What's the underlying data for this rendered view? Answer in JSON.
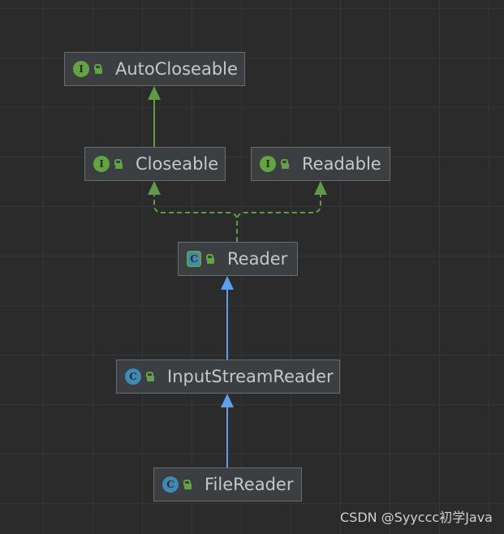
{
  "diagram": {
    "nodes": [
      {
        "id": "autocloseable",
        "label": "AutoCloseable",
        "kind": "interface",
        "badge": "I"
      },
      {
        "id": "closeable",
        "label": "Closeable",
        "kind": "interface",
        "badge": "I"
      },
      {
        "id": "readable",
        "label": "Readable",
        "kind": "interface",
        "badge": "I"
      },
      {
        "id": "reader",
        "label": "Reader",
        "kind": "abstract-class",
        "badge": "C"
      },
      {
        "id": "inputstreamreader",
        "label": "InputStreamReader",
        "kind": "class",
        "badge": "C"
      },
      {
        "id": "filereader",
        "label": "FileReader",
        "kind": "class",
        "badge": "C"
      }
    ],
    "edges": [
      {
        "from": "closeable",
        "to": "autocloseable",
        "relation": "extends",
        "style": "solid",
        "color": "#5f9a47"
      },
      {
        "from": "reader",
        "to": "closeable",
        "relation": "implements",
        "style": "dashed",
        "color": "#5f9a47"
      },
      {
        "from": "reader",
        "to": "readable",
        "relation": "implements",
        "style": "dashed",
        "color": "#5f9a47"
      },
      {
        "from": "inputstreamreader",
        "to": "reader",
        "relation": "extends",
        "style": "solid",
        "color": "#5c9ef0"
      },
      {
        "from": "filereader",
        "to": "inputstreamreader",
        "relation": "extends",
        "style": "solid",
        "color": "#5c9ef0"
      }
    ],
    "icons": {
      "interface": "interface-icon",
      "class": "class-icon",
      "abstract-class": "abstract-class-icon",
      "visibility": "public-lock-icon"
    },
    "colors": {
      "background": "#2b2b2b",
      "node_fill": "#3c3f41",
      "node_border": "#6b6b6b",
      "interface_badge": "#62a43f",
      "class_badge": "#3f8ab4",
      "text": "#c5c8c6"
    }
  },
  "watermark": "CSDN @Syyccc初学Java"
}
